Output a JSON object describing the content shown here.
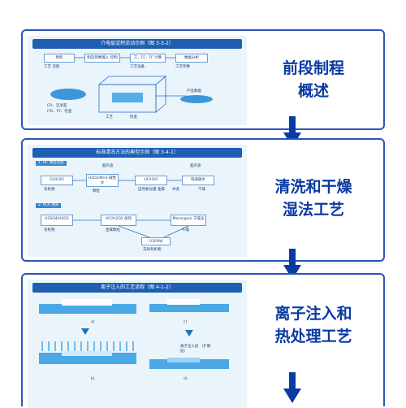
{
  "cards": [
    {
      "caption_line1": "前段制程",
      "caption_line2": "概述",
      "figure_title": "介电层淀积流动示例（图 3-3-2）",
      "boxes": [
        "原料",
        "制造参数输入 控制",
        "工、FF、FF 计算",
        "数据分析"
      ],
      "notes": [
        "工艺 流程",
        "工艺设备",
        "工艺参数",
        "产品数据"
      ],
      "bottom_labels": [
        "CR、洁净室",
        "F/R、FF、检查",
        "工艺",
        "检查"
      ]
    },
    {
      "caption_line1": "清洗和干燥",
      "caption_line2": "湿法工艺",
      "figure_title": "标准清洗方法的典型示例（图 3-4-1）",
      "step1": "1. UC 清洗流程",
      "step2": "2. RCA 清洗",
      "row1": [
        "O2/H2O",
        "H2O2/NH3 碱性水",
        "HF/H2O",
        "快速脱水"
      ],
      "row1_sub": [
        "有机物",
        "颗粒",
        "自然氧化膜 金属",
        "干燥"
      ],
      "row2": [
        "H2SO4/H2O2",
        "HCl/H2O2 加热",
        "Marangoni 干燥法"
      ],
      "row2_sub": [
        "有机物",
        "金属颗粒",
        "干燥"
      ],
      "center": "O3/DIW",
      "center_sub": "去除有机物",
      "label_ultrasonic": "超声波",
      "label_rinse": "冲洗"
    },
    {
      "caption_line1": "离子注入和",
      "caption_line2": "热处理工艺",
      "figure_title": "离子注入的工艺流程（图 4-1-2）",
      "panel_labels": [
        "a)",
        "b)",
        "c)",
        "d)"
      ],
      "annotation": "离子注入层 （扩散层）"
    }
  ],
  "colors": {
    "accent": "#0a3aa3",
    "border": "#2a55b8",
    "panel": "#eaf4fb",
    "header": "#1f5fb2"
  }
}
